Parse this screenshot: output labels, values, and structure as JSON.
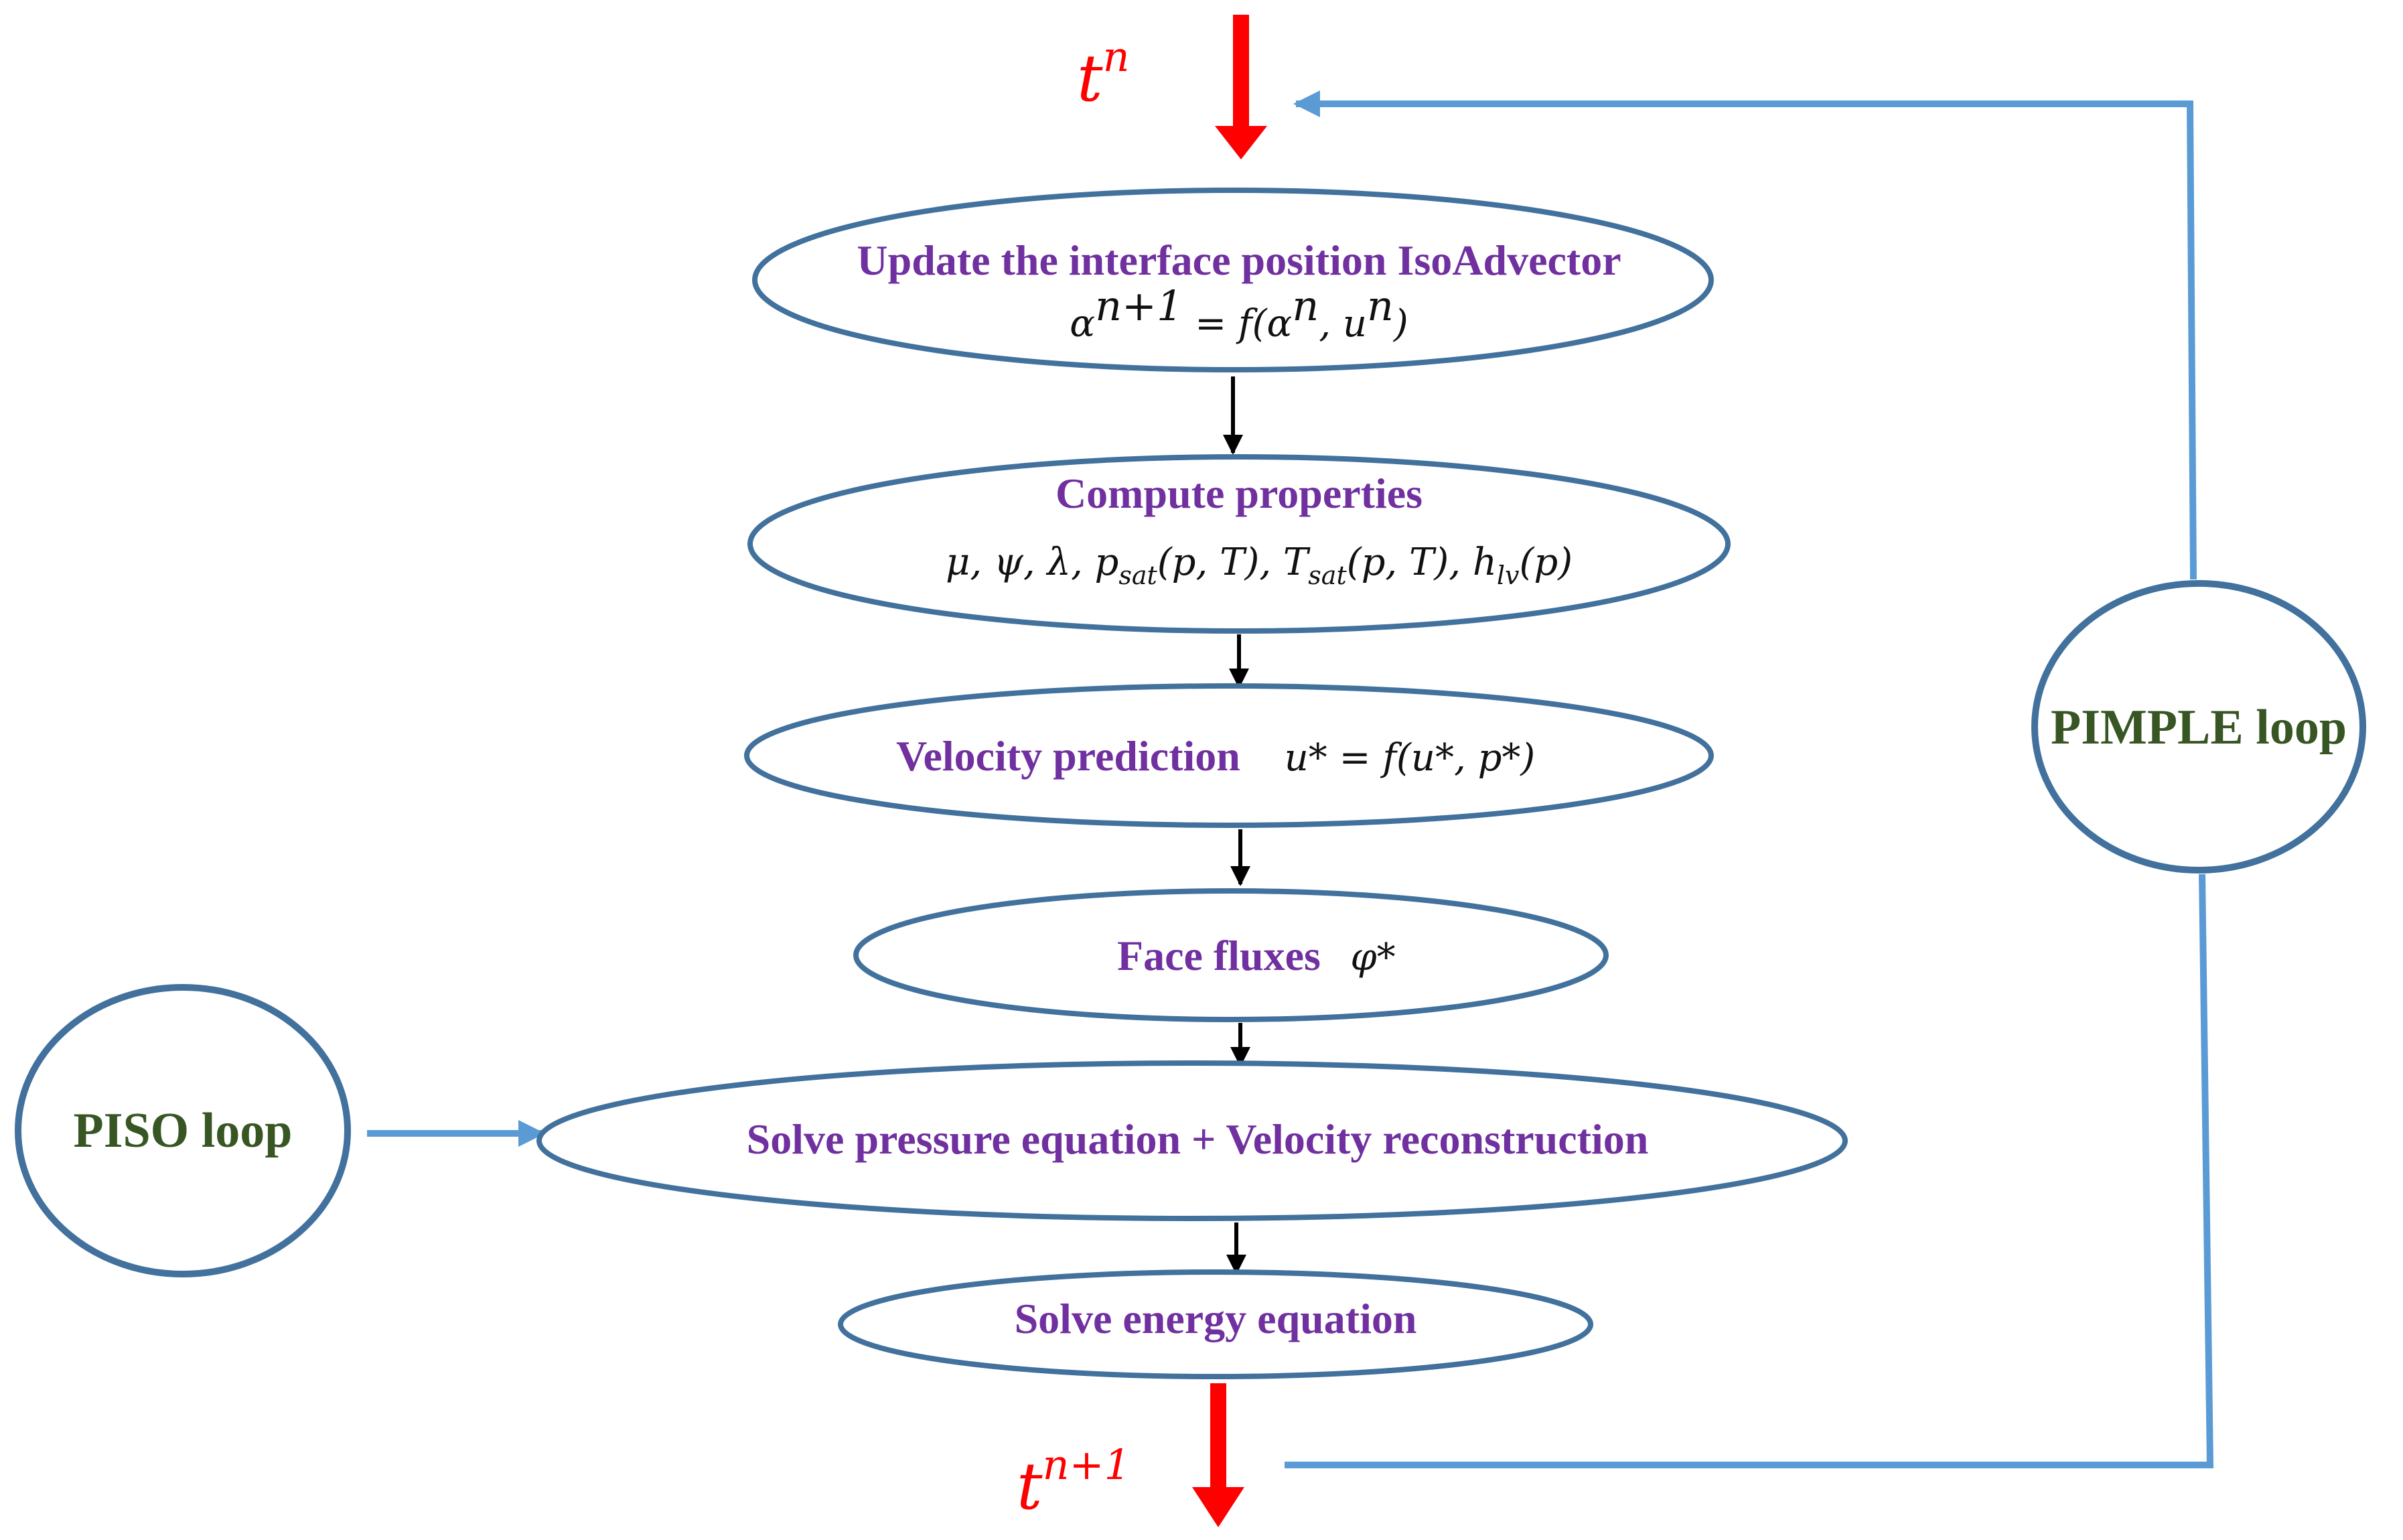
{
  "diagram": {
    "time_start": {
      "base": "t",
      "sup": "n"
    },
    "time_end": {
      "base": "t",
      "sup": "n+1"
    },
    "steps": [
      {
        "title": "Update the interface position IsoAdvector",
        "formula": "α^{n+1} = f(α^n, u^n)"
      },
      {
        "title": "Compute properties",
        "formula": "μ, ψ, λ, p_sat(p,T), T_sat(p,T), h_lv(p)"
      },
      {
        "title": "Velocity prediction",
        "formula": "u* = f(u*, p*)"
      },
      {
        "title": "Face fluxes",
        "formula": "φ*"
      },
      {
        "title": "Solve pressure equation + Velocity reconstruction"
      },
      {
        "title": "Solve energy equation"
      }
    ],
    "loops": {
      "piso": "PISO loop",
      "pimple": "PIMPLE loop"
    },
    "colors": {
      "node_outline": "#41719C",
      "node_text": "#7030A0",
      "loop_text": "#375623",
      "loop_arrow": "#5B9BD5",
      "time_arrow": "#FF0000",
      "flow_arrow": "#000000"
    }
  }
}
